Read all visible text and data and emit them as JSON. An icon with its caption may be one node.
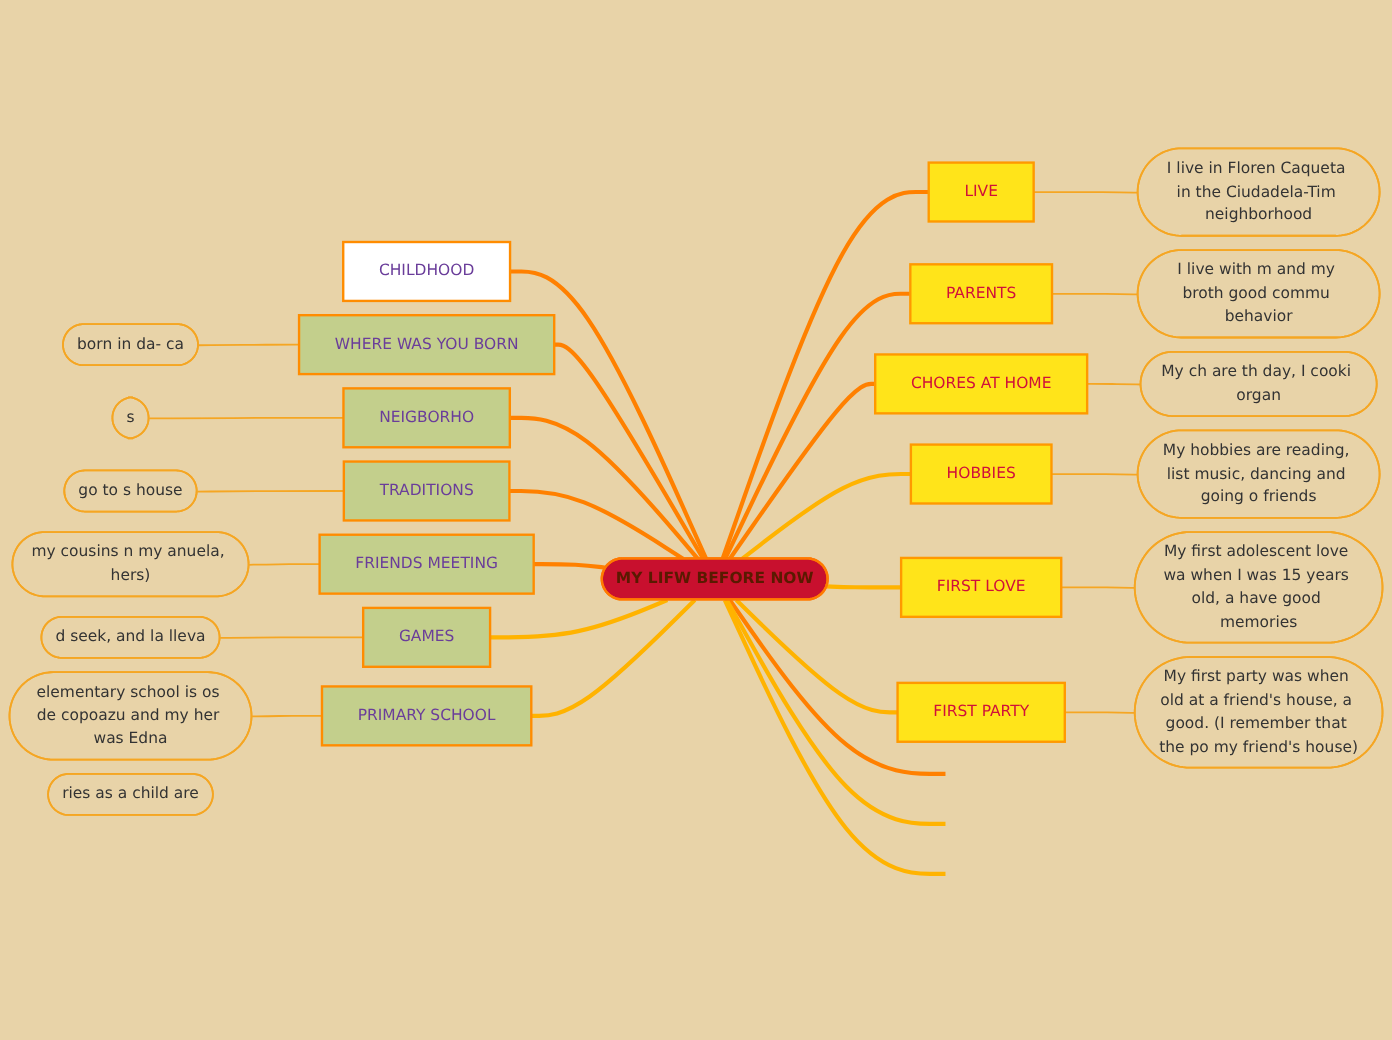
{
  "diagram": {
    "nodes": [
      {
        "text": [
          "MY LIFW BEFORE NOW"
        ]
      },
      {
        "text": [
          "CHILDHOOD"
        ]
      },
      {
        "text": [
          "WHERE WAS YOU BORN"
        ]
      },
      {
        "text": [
          "born in da- ca"
        ]
      },
      {
        "text": [
          "NEIGBORHO"
        ]
      },
      {
        "text": [
          "s"
        ]
      },
      {
        "text": [
          "TRADITIONS"
        ]
      },
      {
        "text": [
          "go to s house"
        ]
      },
      {
        "text": [
          "FRIENDS MEETING"
        ]
      },
      {
        "text": [
          "my cousins n my anuela, hers)"
        ]
      },
      {
        "text": [
          "GAMES"
        ]
      },
      {
        "text": [
          "d seek,  and la lleva"
        ]
      },
      {
        "text": [
          "PRIMARY SCHOOL"
        ]
      },
      {
        "text": [
          "elementary school is os de copoazu and my her was Edna"
        ]
      },
      {
        "text": [
          "ries as a child are"
        ]
      },
      {
        "text": [
          "LIVE"
        ]
      },
      {
        "text": [
          "I live in Floren Caqueta in the Ciudadela-Tim neighborhood"
        ]
      },
      {
        "text": [
          "PARENTS"
        ]
      },
      {
        "text": [
          "I live with m and my broth good commu behavior"
        ]
      },
      {
        "text": [
          "CHORES AT HOME"
        ]
      },
      {
        "text": [
          "My ch are th day, I cooki organ"
        ]
      },
      {
        "text": [
          "HOBBIES"
        ]
      },
      {
        "text": [
          "My hobbies are reading, list music, dancing and going o friends"
        ]
      },
      {
        "text": [
          "FIRST LOVE"
        ]
      },
      {
        "text": [
          "My first adolescent love wa when I was 15 years old, a have good memories"
        ]
      },
      {
        "text": [
          "FIRST PARTY"
        ]
      },
      {
        "text": [
          "My first party was when old at a friend's house, a good. (I remember that the po my friend's house)"
        ]
      }
    ],
    "edges": [
      {
        "from": 1,
        "to": 0,
        "arrow": "none"
      },
      {
        "from": 3,
        "to": 2,
        "arrow": "none"
      },
      {
        "from": 2,
        "to": 0,
        "arrow": "none"
      },
      {
        "from": 5,
        "to": 4,
        "arrow": "none"
      },
      {
        "from": 4,
        "to": 0,
        "arrow": "none"
      },
      {
        "from": 7,
        "to": 6,
        "arrow": "none"
      },
      {
        "from": 6,
        "to": 0,
        "arrow": "none"
      },
      {
        "from": 9,
        "to": 8,
        "arrow": "none"
      },
      {
        "from": 8,
        "to": 0,
        "arrow": "none"
      },
      {
        "from": 11,
        "to": 10,
        "arrow": "none"
      },
      {
        "from": 10,
        "to": 0,
        "arrow": "none",
        "color": "#ffb300"
      },
      {
        "from": 13,
        "to": 12,
        "arrow": "none"
      },
      {
        "from": 12,
        "to": 0,
        "arrow": "none",
        "color": "#ffb300"
      },
      {
        "from": 0,
        "to": null,
        "arrow": "none"
      },
      {
        "from": 0,
        "to": null,
        "arrow": "none",
        "color": "#ffb300"
      },
      {
        "from": 0,
        "to": null,
        "arrow": "none",
        "color": "#ffb300"
      },
      {
        "from": 0,
        "to": 15,
        "arrow": "none"
      },
      {
        "from": 15,
        "to": 16,
        "arrow": "none"
      },
      {
        "from": 0,
        "to": 17,
        "arrow": "none"
      },
      {
        "from": 17,
        "to": 18,
        "arrow": "none"
      },
      {
        "from": 0,
        "to": 19,
        "arrow": "none"
      },
      {
        "from": 19,
        "to": 20,
        "arrow": "none"
      },
      {
        "from": 0,
        "to": 21,
        "arrow": "none",
        "color": "#ffb300"
      },
      {
        "from": 21,
        "to": 22,
        "arrow": "none"
      },
      {
        "from": 0,
        "to": 23,
        "arrow": "none",
        "color": "#ffb300"
      },
      {
        "from": 23,
        "to": 24,
        "arrow": "none"
      },
      {
        "from": 0,
        "to": 25,
        "arrow": "none",
        "color": "#ffb300"
      },
      {
        "from": 25,
        "to": 26,
        "arrow": "none"
      }
    ]
  }
}
